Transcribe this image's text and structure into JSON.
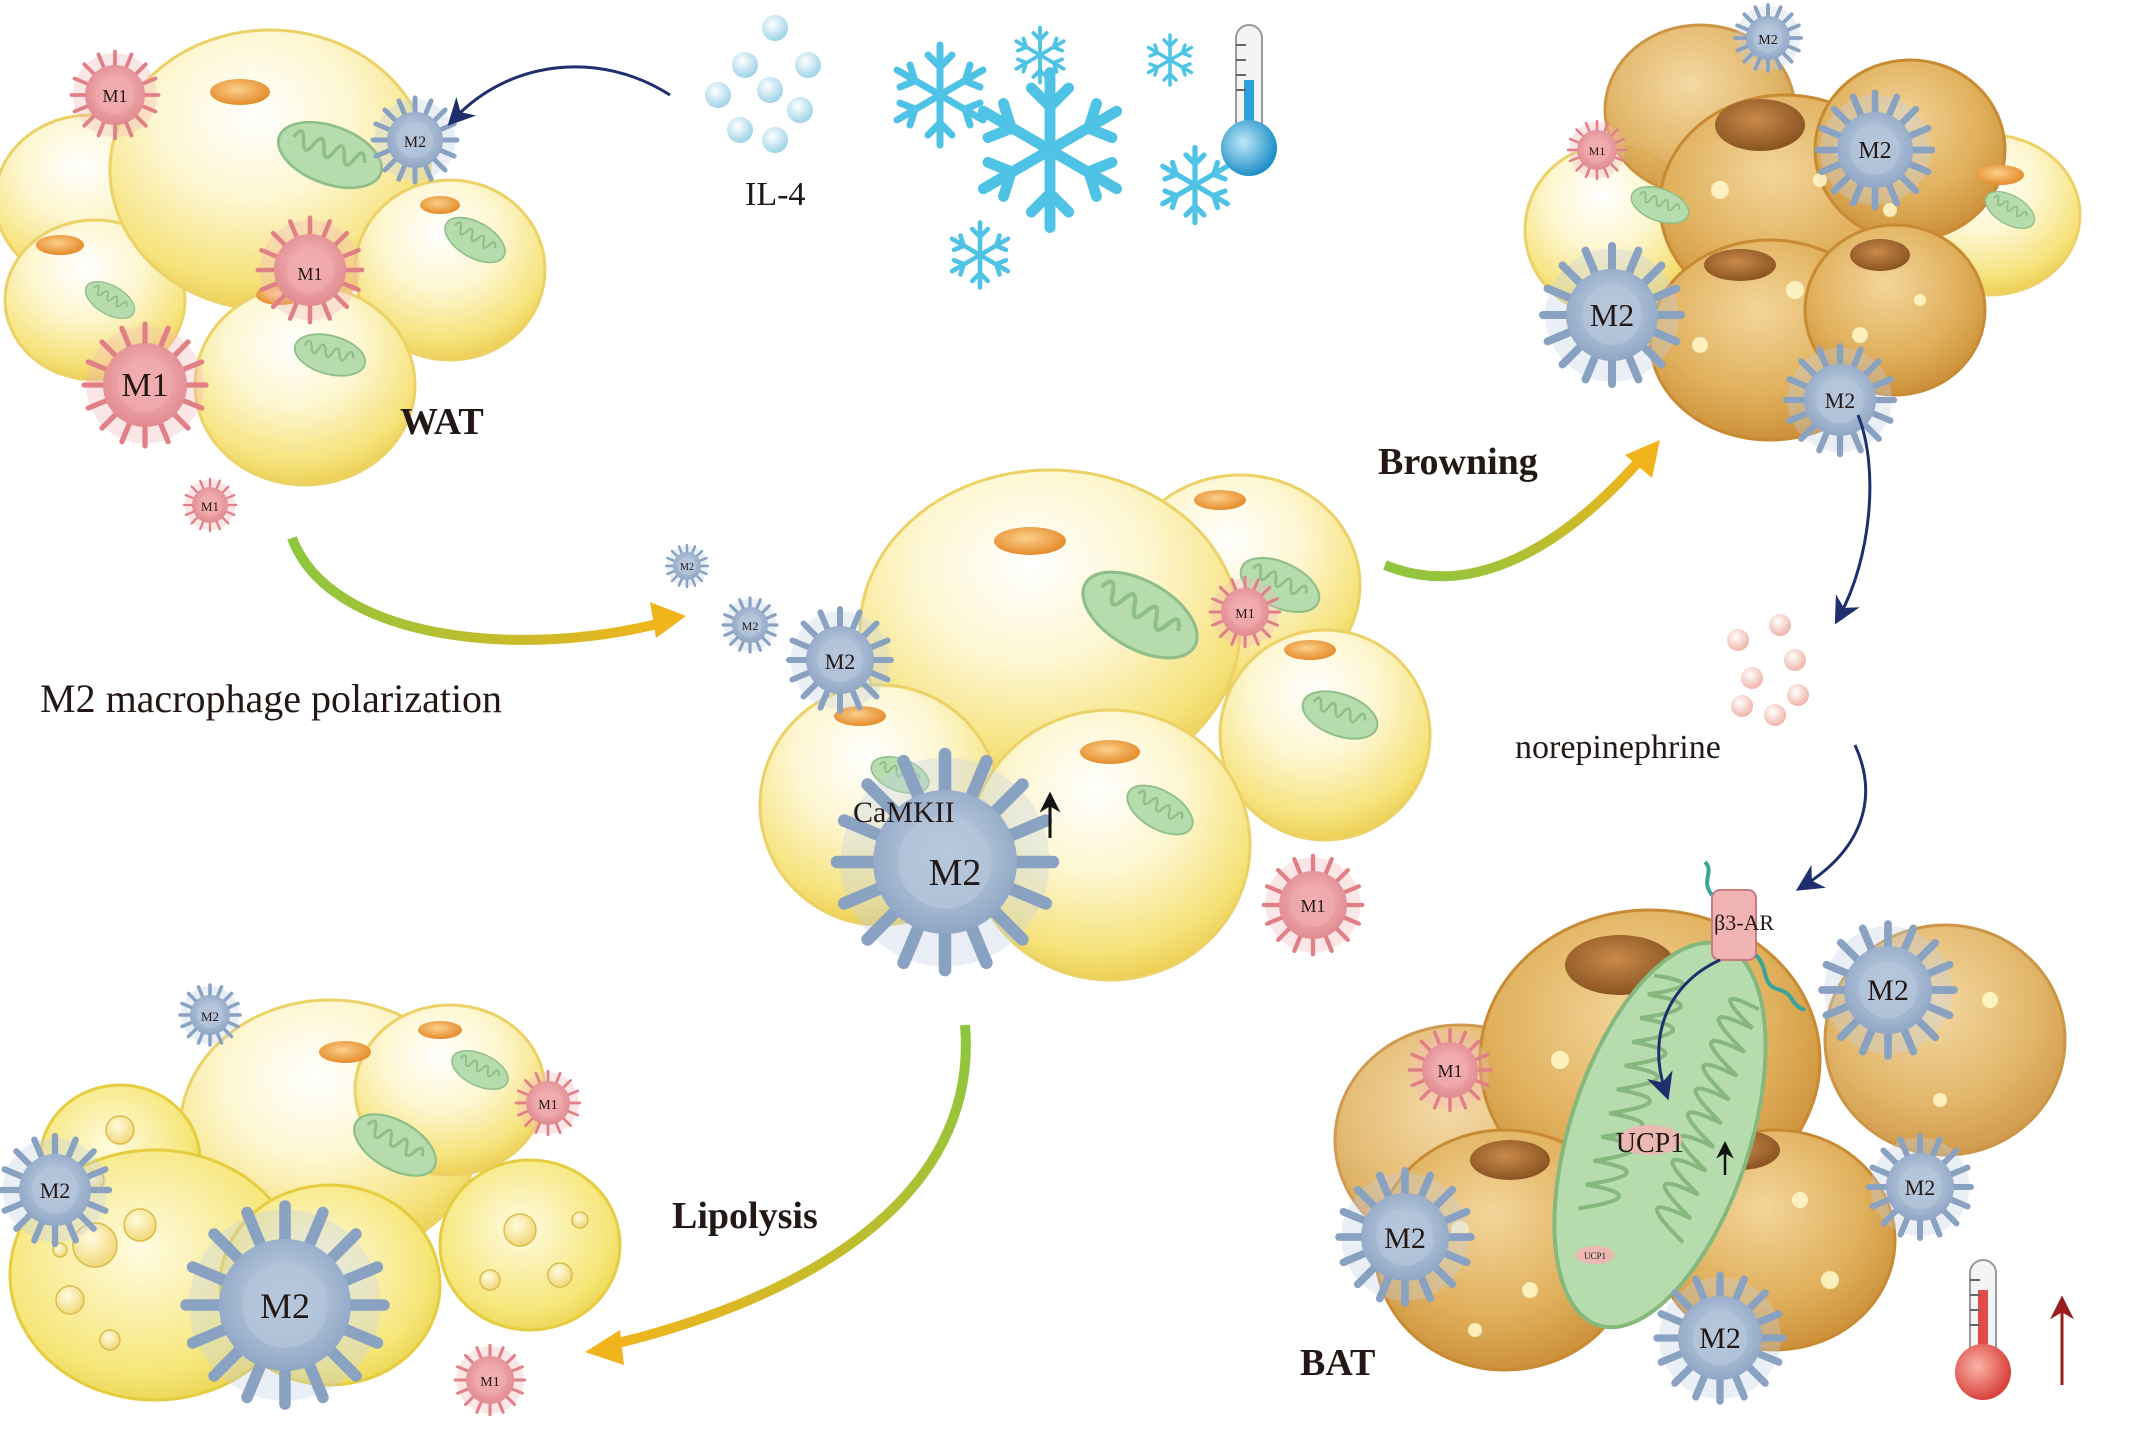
{
  "labels": {
    "il4": "IL-4",
    "wat": "WAT",
    "bat": "BAT",
    "browning": "Browning",
    "lipolysis": "Lipolysis",
    "polarization": "M2 macrophage polarization",
    "norepinephrine": "norepinephrine",
    "camkii": "CaMKII",
    "ucp1": "UCP1",
    "ucp1_small": "UCP1",
    "b3ar": "β3-AR"
  },
  "macrophages": {
    "m1": "M1",
    "m2": "M2"
  },
  "colors": {
    "white_adipocyte": "#f6e27a",
    "brown_adipocyte": "#d9a24a",
    "m1_pink": "#e8898e",
    "m2_blue": "#8ea6c4",
    "mitochondria_green": "#a8d5a2",
    "snow_blue": "#4fc3e6",
    "arrow_dark": "#1f2f6e",
    "arrow_gradient_start": "#8cc63f",
    "arrow_gradient_end": "#f2b41c",
    "thermometer_cold": "#2aa3d8",
    "thermometer_hot": "#e34b4b"
  }
}
